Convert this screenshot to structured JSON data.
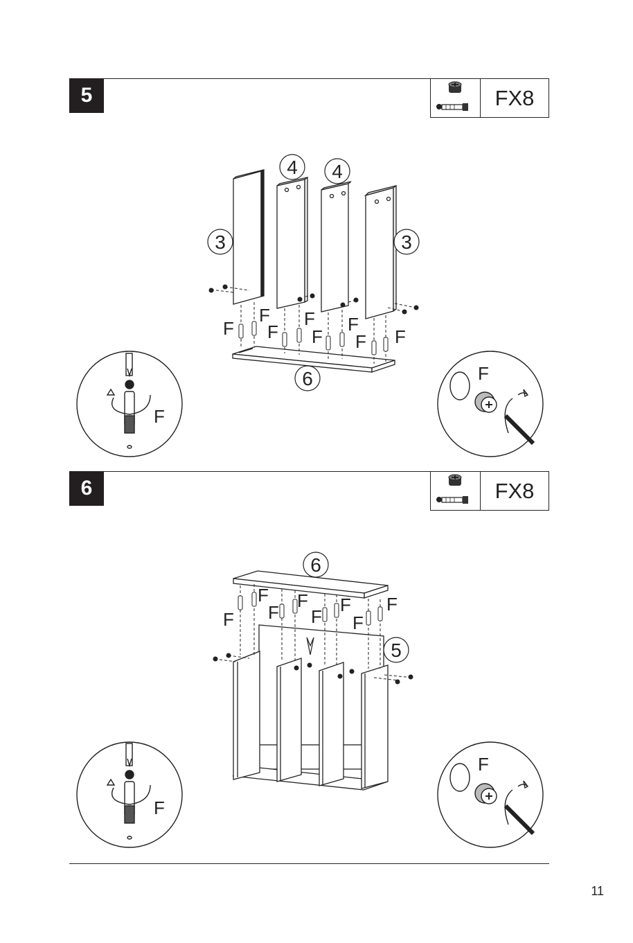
{
  "steps": [
    {
      "number": "5",
      "hardware_label": "FX8",
      "hardware_icon": "cam-lock-and-dowel-icon",
      "part_labels": {
        "side_left": "3",
        "divider_a": "4",
        "divider_b": "4",
        "side_right": "3",
        "base": "6"
      },
      "fitting_label": "F"
    },
    {
      "number": "6",
      "hardware_label": "FX8",
      "hardware_icon": "cam-lock-and-dowel-icon",
      "part_labels": {
        "top": "6",
        "assembly": "5"
      },
      "fitting_label": "F"
    }
  ],
  "page_number": "11"
}
